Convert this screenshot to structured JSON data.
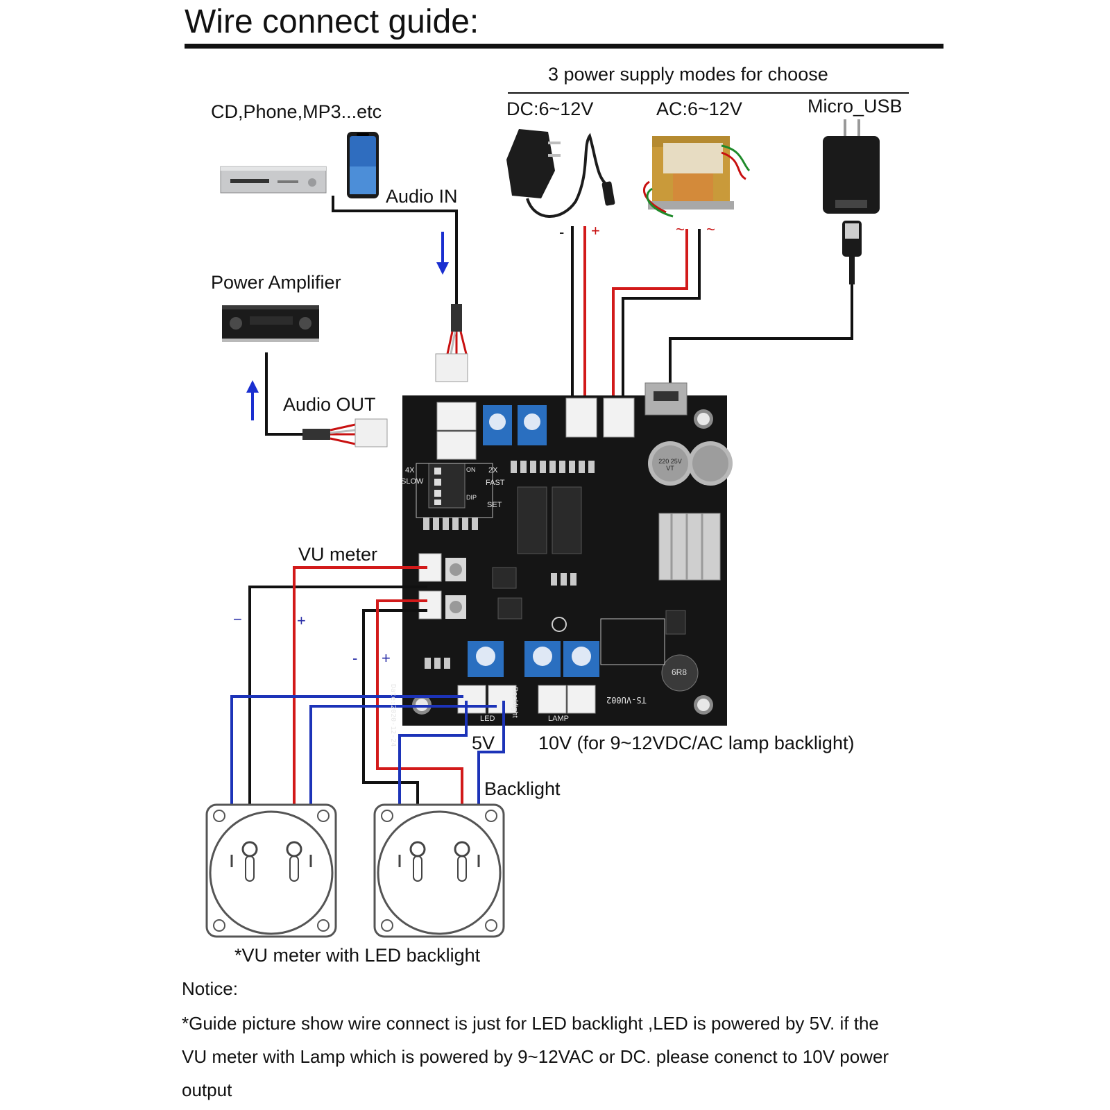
{
  "title": "Wire connect guide:",
  "power_header": "3 power supply modes for choose",
  "power_modes": [
    "DC:6~12V",
    "AC:6~12V",
    "Micro_USB"
  ],
  "source_label": "CD,Phone,MP3...etc",
  "audio_in": "Audio IN",
  "amp_label": "Power Amplifier",
  "audio_out": "Audio OUT",
  "vu_meter": "VU meter",
  "signs": {
    "minus": "−",
    "plus": "+",
    "dash": "-"
  },
  "dc_minus": "-",
  "dc_plus": "+",
  "ac_tilde": "~",
  "five_v": "5V",
  "ten_v": "10V (for 9~12VDC/AC lamp backlight)",
  "backlight": "Backlight",
  "vu_caption": "*VU meter with LED backlight",
  "notice": {
    "heading": "Notice:",
    "lines": [
      "*Guide picture show wire connect is just for LED backlight ,LED is powered by 5V. if the",
      "VU meter with Lamp which is powered by 9~12VAC or DC. please conenct to 10V power",
      "output"
    ]
  },
  "pcb": {
    "model": "TS-VU002",
    "date": "Date:2020-12-24",
    "connector_labels": [
      "LED",
      "LAMP",
      "Backlight"
    ],
    "switch_labels": [
      "4X",
      "SLOW",
      "2X",
      "FAST",
      "SET",
      "ON",
      "DIP"
    ],
    "capacitor_label": "220 25V VT",
    "inductor_label": "6R8"
  },
  "colors": {
    "wire_red": "#d21a1a",
    "wire_black": "#111111",
    "wire_blue": "#1c33b8",
    "arrow_blue": "#1a2fd0",
    "pcb_black": "#151515",
    "connector_white": "#f2f2f2",
    "pot_blue": "#2a6fc0"
  }
}
